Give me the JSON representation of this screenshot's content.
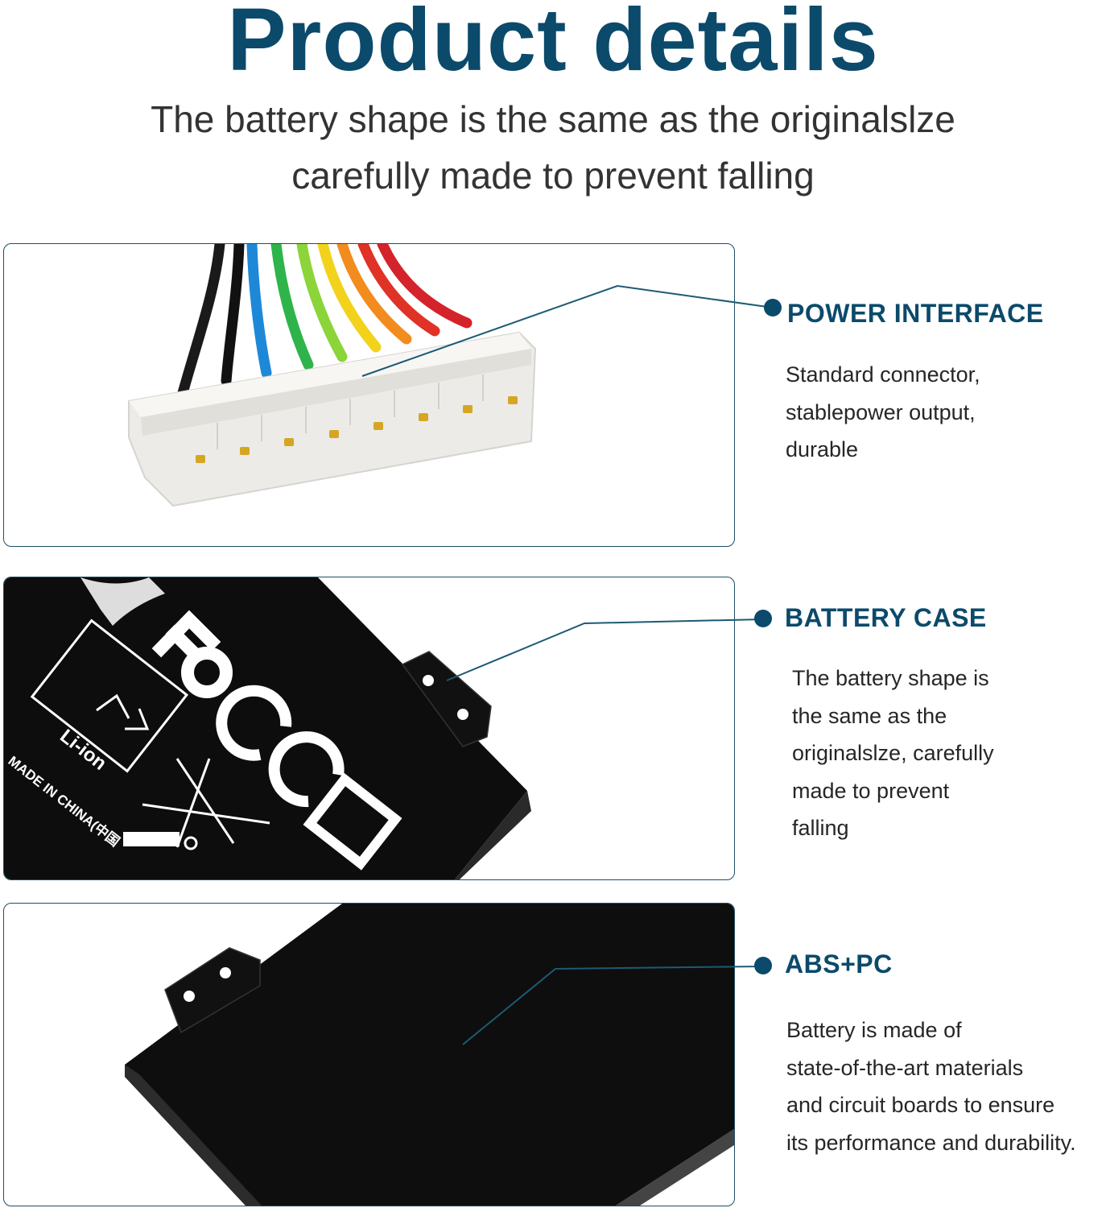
{
  "title": "Product details",
  "subtitle_line1": "The battery shape is the same as the originalslze",
  "subtitle_line2": "carefully made  to prevent falling",
  "colors": {
    "accent": "#0b4a6b",
    "text": "#262626",
    "border": "#1d4e66"
  },
  "features": [
    {
      "title": "POWER INTERFACE",
      "description": "Standard connector,\nstablepower output,\ndurable"
    },
    {
      "title": "BATTERY CASE",
      "description": "The battery shape is\nthe same as the\noriginalslze, carefully\nmade to prevent\nfalling"
    },
    {
      "title": "ABS+PC",
      "description": "Battery is made of\nstate-of-the-art materials\nand circuit boards to ensure\nits performance and durability."
    }
  ],
  "labels": {
    "battery_type": "Li-ion",
    "origin": "MADE IN CHINA(中国"
  }
}
